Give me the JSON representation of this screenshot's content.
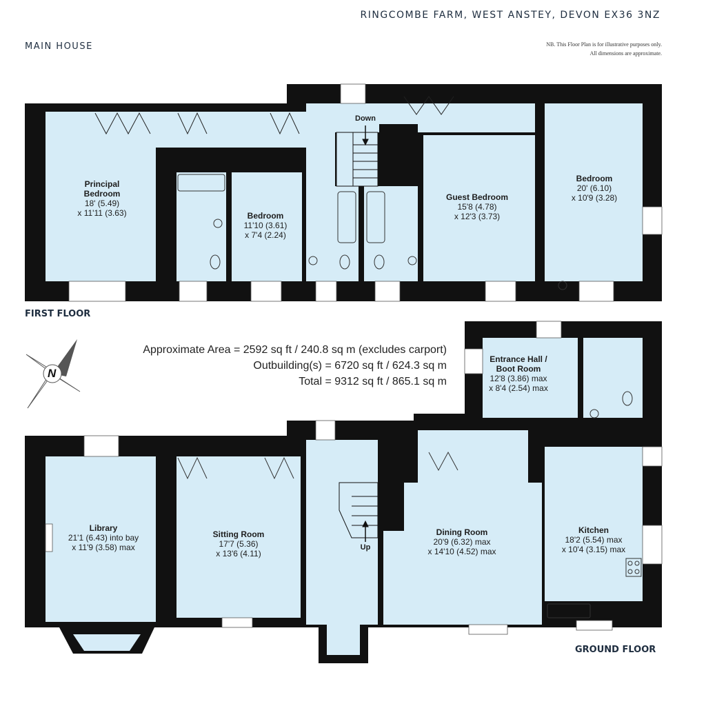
{
  "header": {
    "title": "RINGCOMBE FARM, WEST ANSTEY, DEVON EX36 3NZ",
    "section": "MAIN HOUSE",
    "disclaimer_line1": "NB.  This Floor Plan is for illustrative purposes only.",
    "disclaimer_line2": "All dimensions are approximate."
  },
  "floors": {
    "first": "FIRST FLOOR",
    "ground": "GROUND FLOOR"
  },
  "area": {
    "line1": "Approximate Area = 2592 sq ft / 240.8 sq m (excludes carport)",
    "line2": "Outbuilding(s) = 6720 sq ft / 624.3 sq m",
    "line3": "Total = 9312 sq ft / 865.1 sq m"
  },
  "compass": {
    "letter": "N"
  },
  "stairs": {
    "down": "Down",
    "up": "Up"
  },
  "rooms": {
    "principal": {
      "name_1": "Principal",
      "name_2": "Bedroom",
      "dim_1": "18' (5.49)",
      "dim_2": "x 11'11 (3.63)"
    },
    "bedroom_small": {
      "name": "Bedroom",
      "dim_1": "11'10 (3.61)",
      "dim_2": "x 7'4 (2.24)"
    },
    "guest": {
      "name": "Guest Bedroom",
      "dim_1": "15'8 (4.78)",
      "dim_2": "x 12'3 (3.73)"
    },
    "bedroom_large": {
      "name": "Bedroom",
      "dim_1": "20' (6.10)",
      "dim_2": "x 10'9 (3.28)"
    },
    "entrance": {
      "name_1": "Entrance Hall /",
      "name_2": "Boot Room",
      "dim_1": "12'8 (3.86) max",
      "dim_2": "x 8'4 (2.54) max"
    },
    "library": {
      "name": "Library",
      "dim_1": "21'1 (6.43) into bay",
      "dim_2": "x 11'9 (3.58) max"
    },
    "sitting": {
      "name": "Sitting Room",
      "dim_1": "17'7 (5.36)",
      "dim_2": "x 13'6 (4.11)"
    },
    "dining": {
      "name": "Dining Room",
      "dim_1": "20'9 (6.32) max",
      "dim_2": "x 14'10 (4.52) max"
    },
    "kitchen": {
      "name": "Kitchen",
      "dim_1": "18'2 (5.54) max",
      "dim_2": "x 10'4 (3.15) max"
    }
  },
  "colors": {
    "room_fill": "#d6ecf7",
    "wall": "#111111",
    "text": "#1d2a3a"
  }
}
